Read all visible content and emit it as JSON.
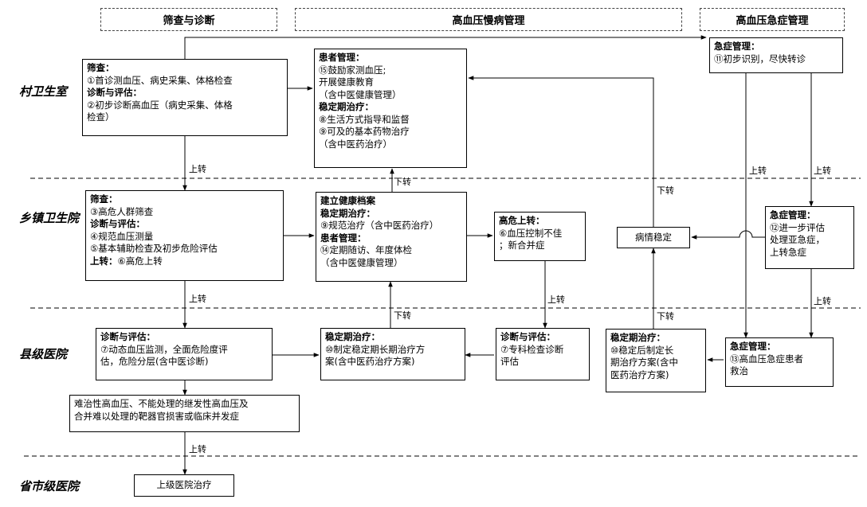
{
  "headers": {
    "screening": "筛查与诊断",
    "chronic": "高血压慢病管理",
    "emergency": "高血压急症管理"
  },
  "levels": {
    "village": "村卫生室",
    "township": "乡镇卫生院",
    "county": "县级医院",
    "province": "省市级医院"
  },
  "boxes": {
    "village_screening": [
      {
        "t": "筛查：",
        "b": true
      },
      {
        "t": "①首诊测血压、病史采集、体格检查"
      },
      {
        "t": "诊断与评估：",
        "b": true
      },
      {
        "t": "②初步诊断高血压（病史采集、体格"
      },
      {
        "t": "检查）"
      }
    ],
    "village_chronic": [
      {
        "t": "患者管理：",
        "b": true
      },
      {
        "t": "⑮鼓励家测血压;"
      },
      {
        "t": "开展健康教育"
      },
      {
        "t": "（含中医健康管理）"
      },
      {
        "t": "稳定期治疗：",
        "b": true
      },
      {
        "t": "⑧生活方式指导和监督"
      },
      {
        "t": "⑨可及的基本药物治疗"
      },
      {
        "t": "（含中医药治疗）"
      }
    ],
    "village_emergency": [
      {
        "t": "急症管理：",
        "b": true
      },
      {
        "t": "⑪初步识别，尽快转诊"
      }
    ],
    "township_screening": [
      {
        "t": "筛查：",
        "b": true
      },
      {
        "t": "③高危人群筛查"
      },
      {
        "t": "诊断与评估：",
        "b": true
      },
      {
        "t": "④规范血压测量"
      },
      {
        "t": "⑤基本辅助检查及初步危险评估"
      },
      {
        "t": "上转：",
        "b": true,
        "suffix": "⑥高危上转"
      }
    ],
    "township_chronic": [
      {
        "t": "建立健康档案",
        "b": true
      },
      {
        "t": "稳定期治疗：",
        "b": true
      },
      {
        "t": "⑨规范治疗（含中医药治疗）"
      },
      {
        "t": "患者管理：",
        "b": true
      },
      {
        "t": "⑭定期随访、年度体检"
      },
      {
        "t": "（含中医健康管理）"
      }
    ],
    "township_highrisk": [
      {
        "t": "高危上转：",
        "b": true
      },
      {
        "t": "⑥血压控制不佳"
      },
      {
        "t": "；新合并症"
      }
    ],
    "township_stable": "病情稳定",
    "township_emergency": [
      {
        "t": "急症管理：",
        "b": true
      },
      {
        "t": "⑫进一步评估"
      },
      {
        "t": "处理亚急症，"
      },
      {
        "t": "上转急症"
      }
    ],
    "county_diagnosis": [
      {
        "t": "诊断与评估：",
        "b": true
      },
      {
        "t": "⑦动态血压监测，全面危险度评"
      },
      {
        "t": "估，危险分层(含中医诊断)"
      }
    ],
    "county_stable_plan": [
      {
        "t": "稳定期治疗：",
        "b": true
      },
      {
        "t": "⑩制定稳定期长期治疗方"
      },
      {
        "t": "案(含中医药治疗方案)"
      }
    ],
    "county_specialist": [
      {
        "t": "诊断与评估：",
        "b": true
      },
      {
        "t": "⑦专科检查诊断"
      },
      {
        "t": "评估"
      }
    ],
    "county_stable_after": [
      {
        "t": "稳定期治疗：",
        "b": true
      },
      {
        "t": "⑩稳定后制定长"
      },
      {
        "t": "期治疗方案(含中"
      },
      {
        "t": "医药治疗方案)"
      }
    ],
    "county_emergency": [
      {
        "t": "急症管理：",
        "b": true
      },
      {
        "t": "⑬高血压急症患者"
      },
      {
        "t": "救治"
      }
    ],
    "refractory": [
      {
        "t": "难治性高血压、不能处理的继发性高血压及"
      },
      {
        "t": "合并难以处理的靶器官损害或临床并发症"
      }
    ],
    "province_treatment": "上级医院治疗"
  },
  "edge_labels": {
    "up": "上转",
    "down": "下转"
  }
}
